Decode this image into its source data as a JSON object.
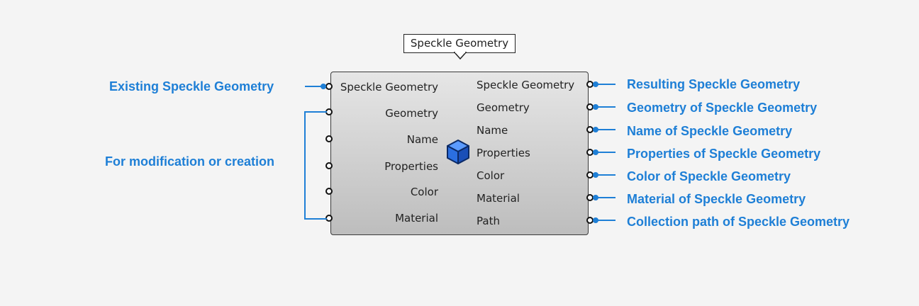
{
  "component": {
    "title": "Speckle Geometry",
    "icon": "speckle-cube-icon",
    "inputs": [
      "Speckle Geometry",
      "Geometry",
      "Name",
      "Properties",
      "Color",
      "Material"
    ],
    "outputs": [
      "Speckle Geometry",
      "Geometry",
      "Name",
      "Properties",
      "Color",
      "Material",
      "Path"
    ]
  },
  "annotations": {
    "left": {
      "existing": "Existing Speckle Geometry",
      "modification": "For modification or creation"
    },
    "right": [
      "Resulting Speckle Geometry",
      "Geometry of Speckle Geometry",
      "Name of Speckle Geometry",
      "Properties of Speckle Geometry",
      "Color of Speckle Geometry",
      "Material of Speckle Geometry",
      "Collection path of Speckle Geometry"
    ]
  },
  "colors": {
    "accent": "#1e7fd6",
    "background": "#f4f4f4",
    "icon_blue": "#2b6fe0"
  }
}
